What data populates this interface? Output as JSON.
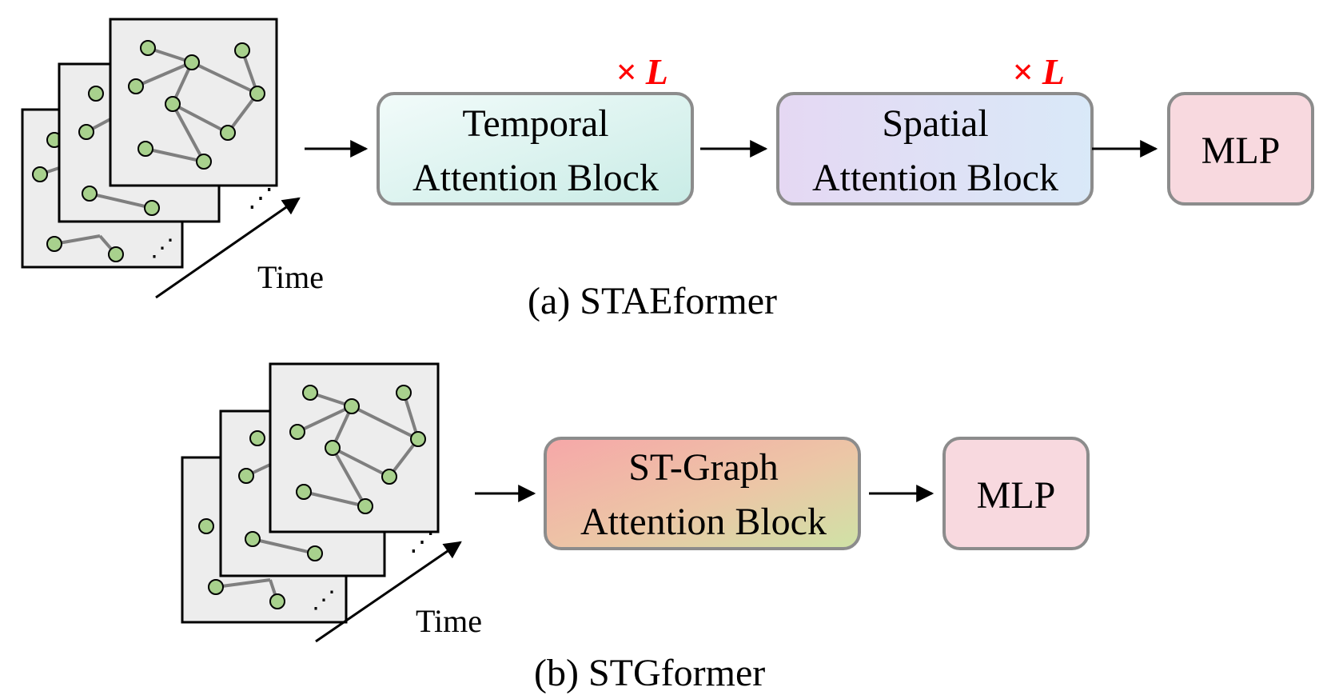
{
  "panel_a": {
    "caption": "(a) STAEformer",
    "time_label": "Time",
    "blocks": [
      {
        "line1": "Temporal",
        "line2": "Attention Block",
        "repeat": "× L"
      },
      {
        "line1": "Spatial",
        "line2": "Attention Block",
        "repeat": "× L"
      },
      {
        "line1": "MLP",
        "line2": ""
      }
    ]
  },
  "panel_b": {
    "caption": "(b) STGformer",
    "time_label": "Time",
    "blocks": [
      {
        "line1": "ST-Graph",
        "line2": "Attention Block"
      },
      {
        "line1": "MLP",
        "line2": ""
      }
    ]
  },
  "colors": {
    "node_fill": "#a8d18d",
    "edge": "#7f7f7f",
    "frame_fill": "#ededed",
    "repeat_text": "#ff0000",
    "block_border": "#8c8c8c",
    "mlp_fill": "#f8d9df"
  }
}
